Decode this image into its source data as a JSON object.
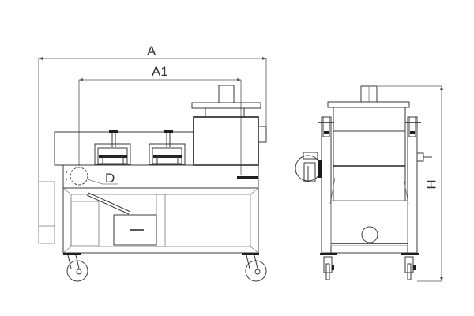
{
  "drawing": {
    "type": "technical elevation drawing",
    "views": [
      {
        "name": "front-elevation",
        "description": "machine on casters with two press units and hopper"
      },
      {
        "name": "side-elevation",
        "description": "end view showing motor, hopper and casters"
      }
    ],
    "dimensions": {
      "overall_length": "A",
      "inner_length": "A1",
      "detail": "D",
      "height": "H"
    },
    "colors": {
      "line": "#3a3a3a",
      "background": "#ffffff"
    }
  }
}
